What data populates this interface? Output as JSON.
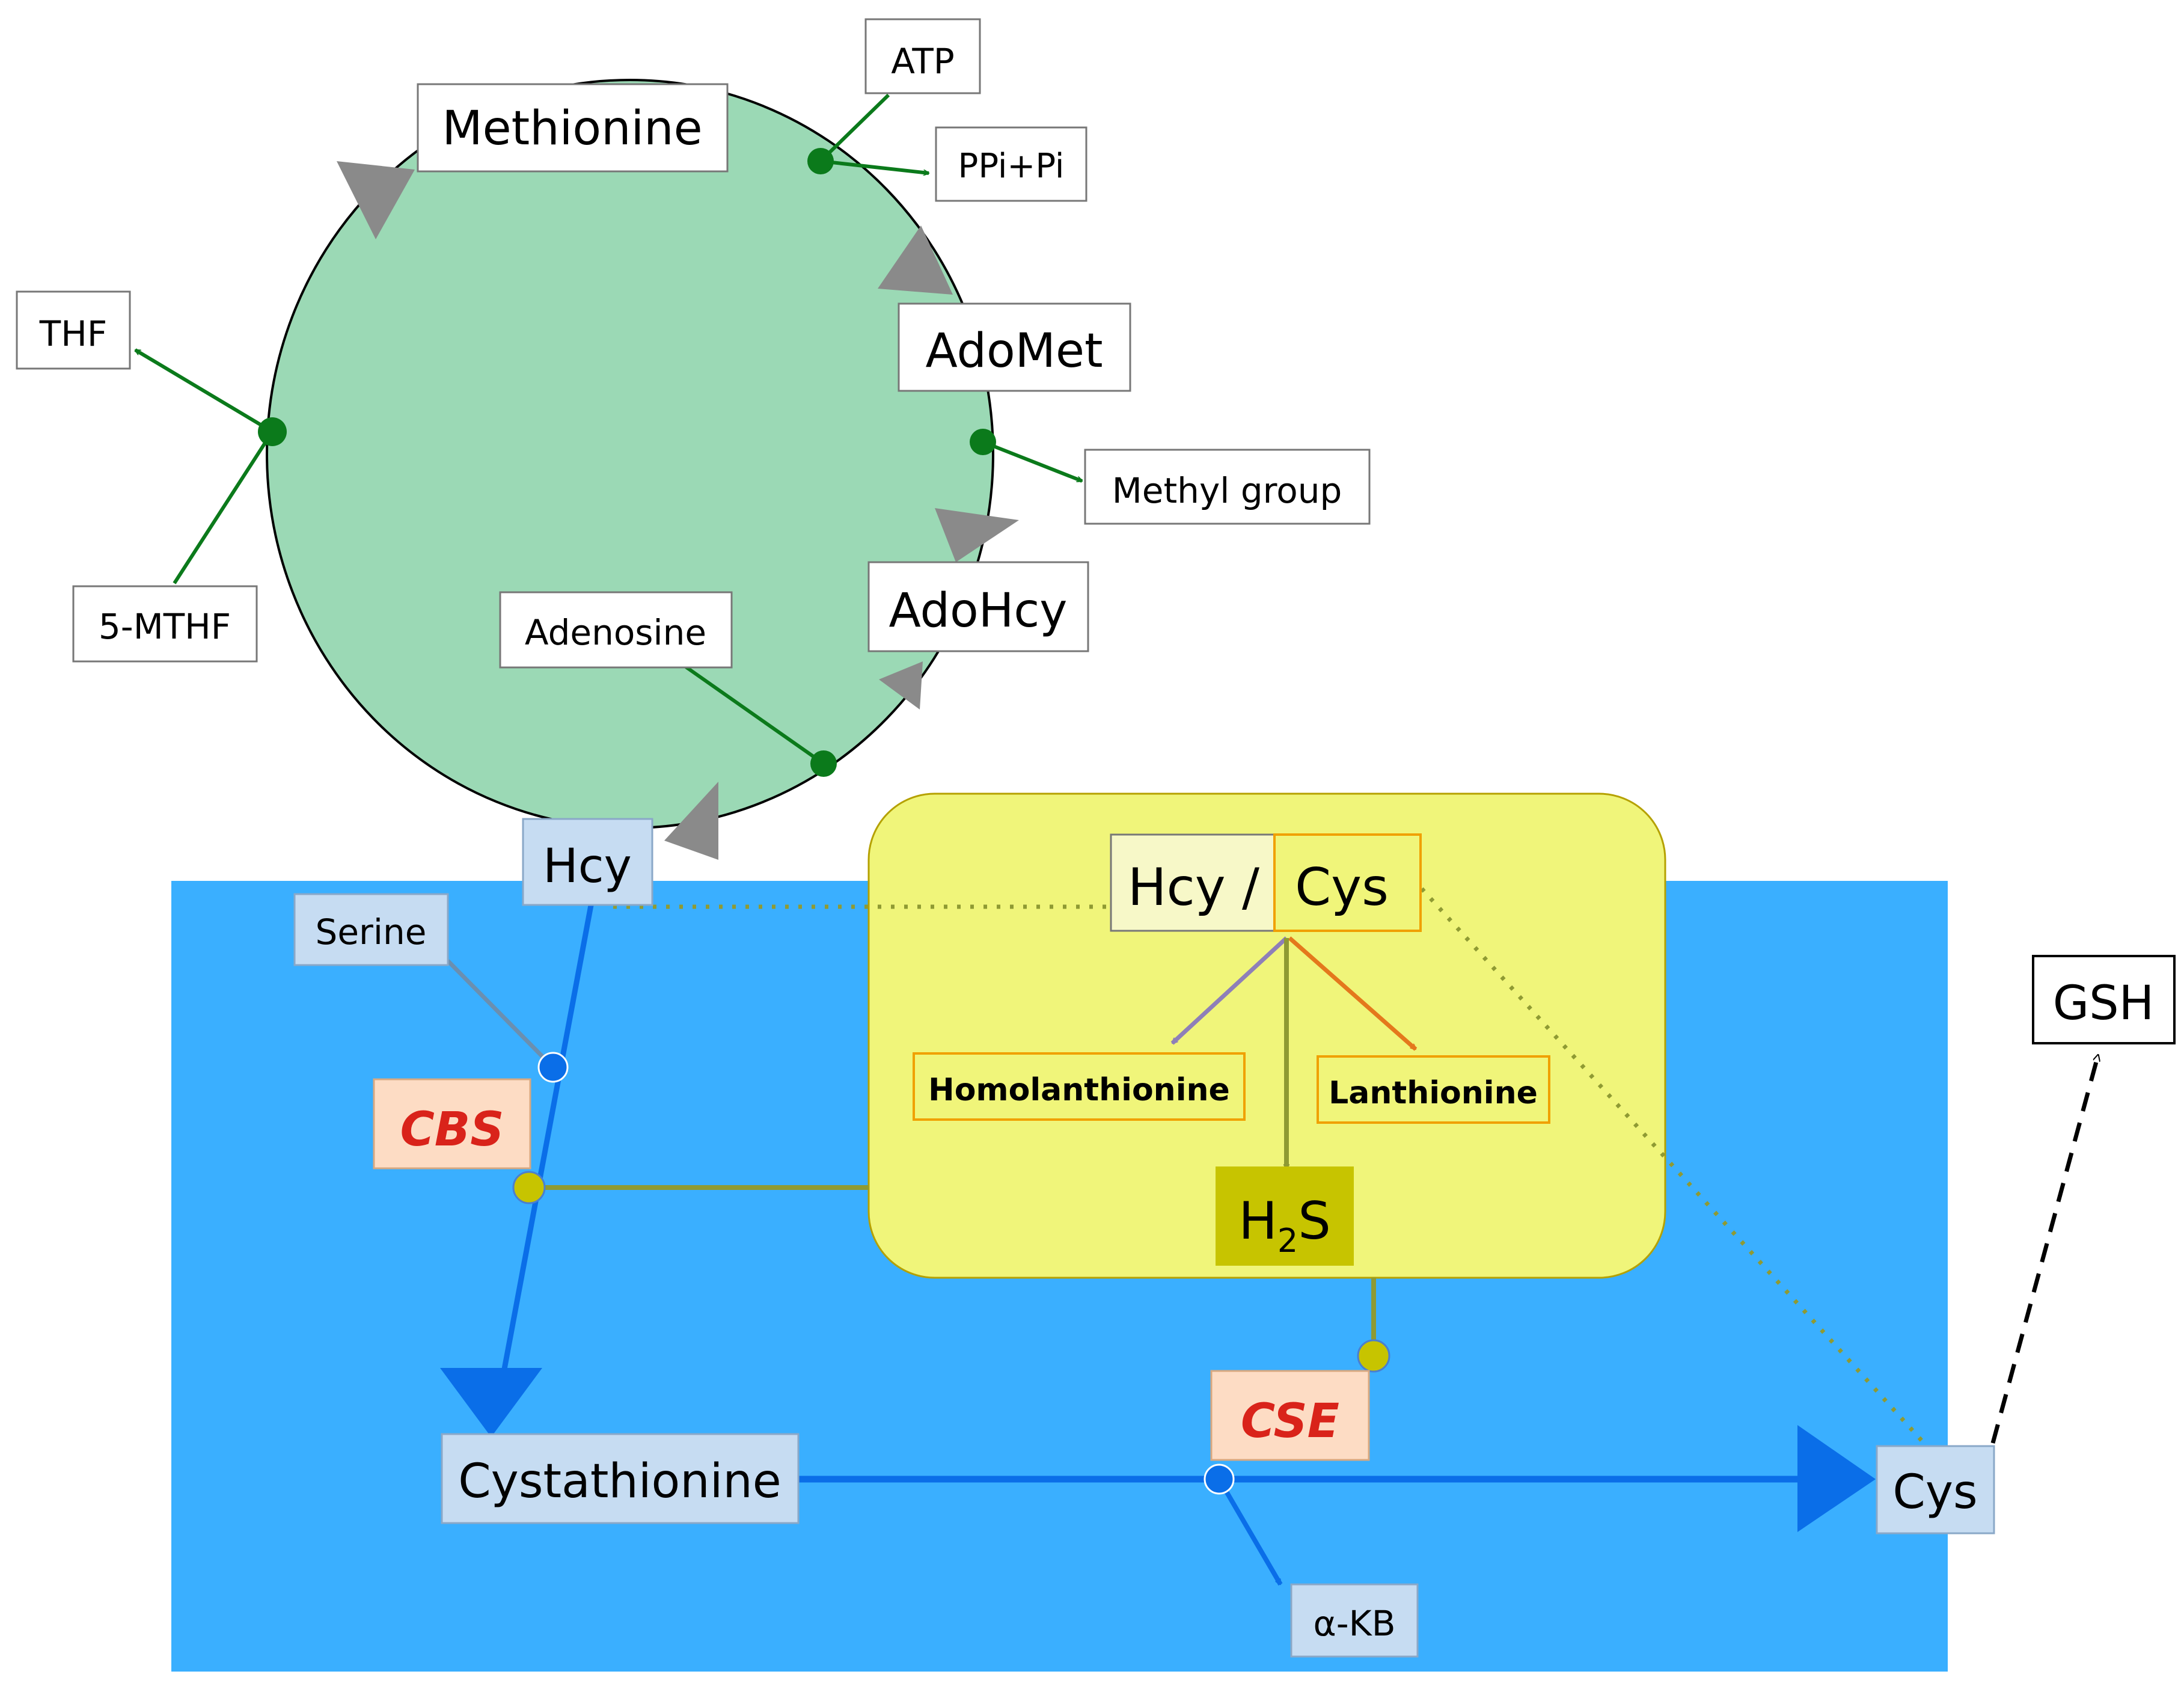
{
  "colors": {
    "cycle_fill": "#9bd9b5",
    "panel_fill": "#3aafff",
    "transsulfuration_box_fill": "#f0f57a",
    "green_line": "#0b7a1b",
    "blue_line": "#0a6ee8",
    "olive_line": "#8f9a33",
    "enzyme_box_fill": "#fddcc4",
    "enzyme_text": "#d9231a",
    "h2s_box_fill": "#c7c400",
    "light_blue_box": "#c6dcf2",
    "orange_border": "#f0a000",
    "purple_arrow": "#8e7fb8",
    "orange_arrow": "#e4781c",
    "gray_arrowhead": "#8a8a8a"
  },
  "methionine_cycle": {
    "methionine": "Methionine",
    "adomet": "AdoMet",
    "adohcy": "AdoHcy",
    "atp": "ATP",
    "ppi_pi": "PPi+Pi",
    "methyl_group": "Methyl group",
    "adenosine": "Adenosine",
    "thf": "THF",
    "five_mthf": "5-MTHF"
  },
  "transsulfuration": {
    "hcy": "Hcy",
    "serine": "Serine",
    "cbs": "CBS",
    "cystathionine": "Cystathionine",
    "cse": "CSE",
    "alpha_kb": "α-KB",
    "cys": "Cys",
    "gsh": "GSH"
  },
  "h2s_production": {
    "hcy_part": "Hcy /",
    "cys_part": "Cys",
    "homolanthionine": "Homolanthionine",
    "lanthionine": "Lanthionine",
    "h2s_h": "H",
    "h2s_sub": "2",
    "h2s_s": "S"
  }
}
